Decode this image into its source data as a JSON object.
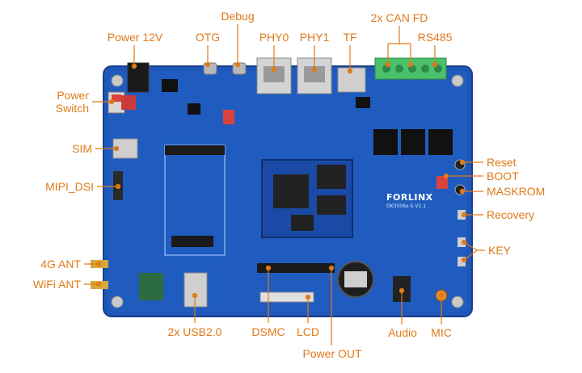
{
  "brand": "FORLINX",
  "model": "OK3506x-S V1.1",
  "colors": {
    "label": "#e07a1a",
    "board": "#1f57b8",
    "board_edge": "#173f8a"
  },
  "labels": {
    "power12v": "Power 12V",
    "otg": "OTG",
    "debug": "Debug",
    "phy0": "PHY0",
    "phy1": "PHY1",
    "tf": "TF",
    "can": "2x CAN FD",
    "rs485": "RS485",
    "power_switch": "Power\nSwitch",
    "sim": "SIM",
    "mipi": "MIPI_DSI",
    "reset": "Reset",
    "boot": "BOOT",
    "maskrom": "MASKROM",
    "recovery": "Recovery",
    "key": "KEY",
    "ant4g": "4G ANT",
    "wifi": "WiFi ANT",
    "usb": "2x USB2.0",
    "dsmc": "DSMC",
    "lcd": "LCD",
    "power_out": "Power OUT",
    "audio": "Audio",
    "mic": "MIC"
  }
}
